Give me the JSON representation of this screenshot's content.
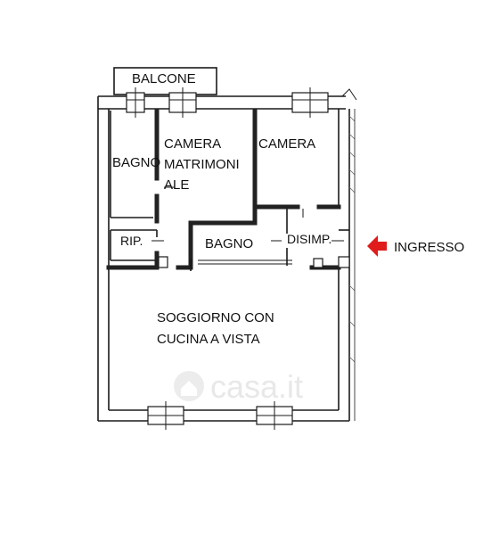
{
  "plan": {
    "rooms": {
      "balcone": "BALCONE",
      "bagno_1": "BAGNO",
      "camera_matrimoniale_line1": "CAMERA",
      "camera_matrimoniale_line2": "MATRIMONI",
      "camera_matrimoniale_line3": "ALE",
      "camera": "CAMERA",
      "ripostiglio": "RIP.",
      "bagno_2": "BAGNO",
      "disimpegno": "DISIMP.",
      "soggiorno_line1": "SOGGIORNO CON",
      "soggiorno_line2": "CUCINA A VISTA"
    },
    "entrance": {
      "label": "INGRESSO",
      "arrow_color": "#e01b1b"
    },
    "watermark": "casa.it",
    "colors": {
      "wall": "#1a1a1a",
      "watermark": "#e6e6e6"
    }
  }
}
